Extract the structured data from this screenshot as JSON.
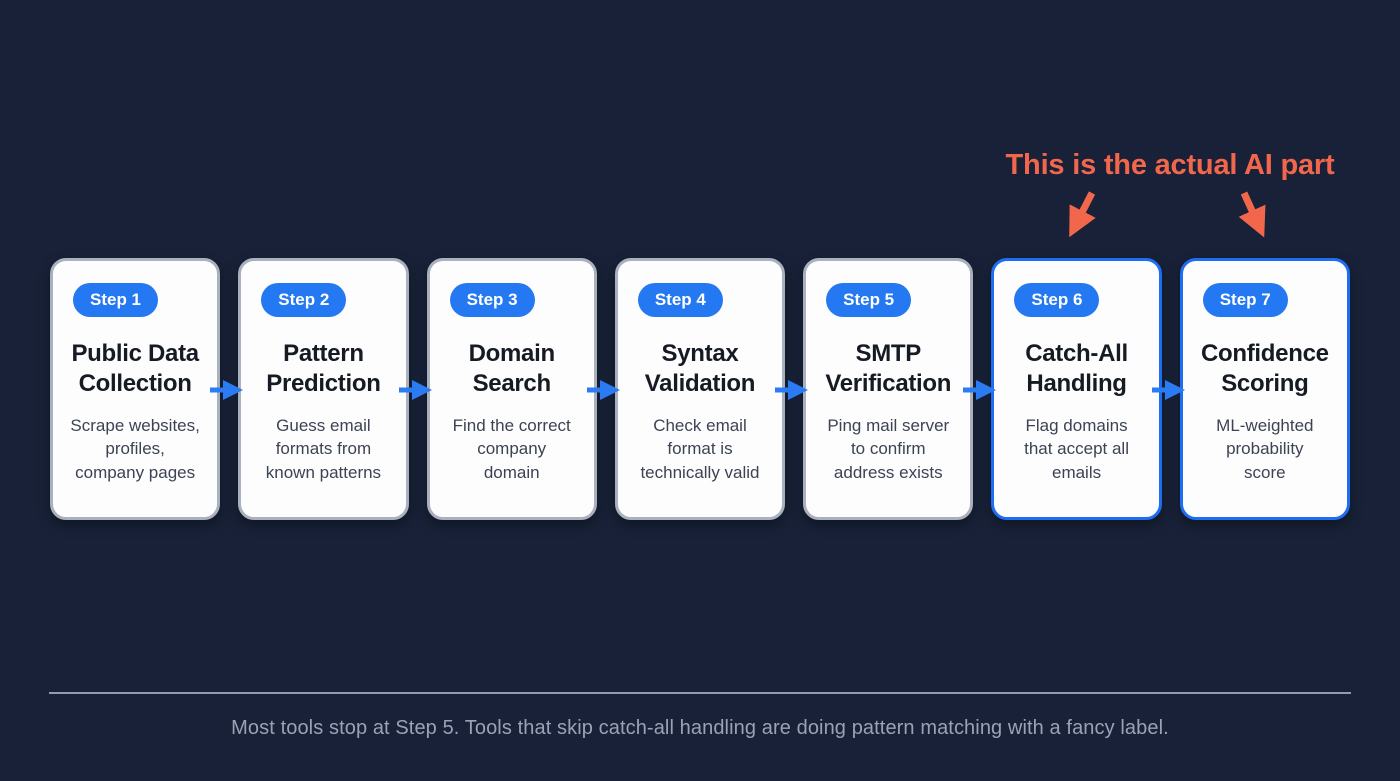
{
  "annotation": {
    "label": "This is the actual AI part"
  },
  "steps": [
    {
      "badge": "Step 1",
      "title": "Public Data\nCollection",
      "description": "Scrape websites,\nprofiles,\ncompany pages",
      "highlighted": false
    },
    {
      "badge": "Step 2",
      "title": "Pattern\nPrediction",
      "description": "Guess email\nformats from\nknown patterns",
      "highlighted": false
    },
    {
      "badge": "Step 3",
      "title": "Domain\nSearch",
      "description": "Find the correct\ncompany\ndomain",
      "highlighted": false
    },
    {
      "badge": "Step 4",
      "title": "Syntax\nValidation",
      "description": "Check email\nformat is\ntechnically valid",
      "highlighted": false
    },
    {
      "badge": "Step 5",
      "title": "SMTP\nVerification",
      "description": "Ping mail server\nto confirm\naddress exists",
      "highlighted": false
    },
    {
      "badge": "Step 6",
      "title": "Catch-All\nHandling",
      "description": "Flag domains\nthat accept all\nemails",
      "highlighted": true
    },
    {
      "badge": "Step 7",
      "title": "Confidence\nScoring",
      "description": "ML-weighted\nprobability\nscore",
      "highlighted": true
    }
  ],
  "footer": {
    "caption": "Most tools stop at Step 5. Tools that skip catch-all handling are doing pattern matching with a fancy label."
  },
  "colors": {
    "background": "#182137",
    "card_background": "#FDFDFE",
    "card_border_gray": "#A9B1BE",
    "card_border_highlight": "#1D6EF3",
    "badge_blue": "#2478F2",
    "flow_arrow_blue": "#2B7BF3",
    "annotation_orange": "#F2674C",
    "title_text": "#161A23",
    "description_text": "#3C4352",
    "caption_text": "#9AA3B4"
  }
}
